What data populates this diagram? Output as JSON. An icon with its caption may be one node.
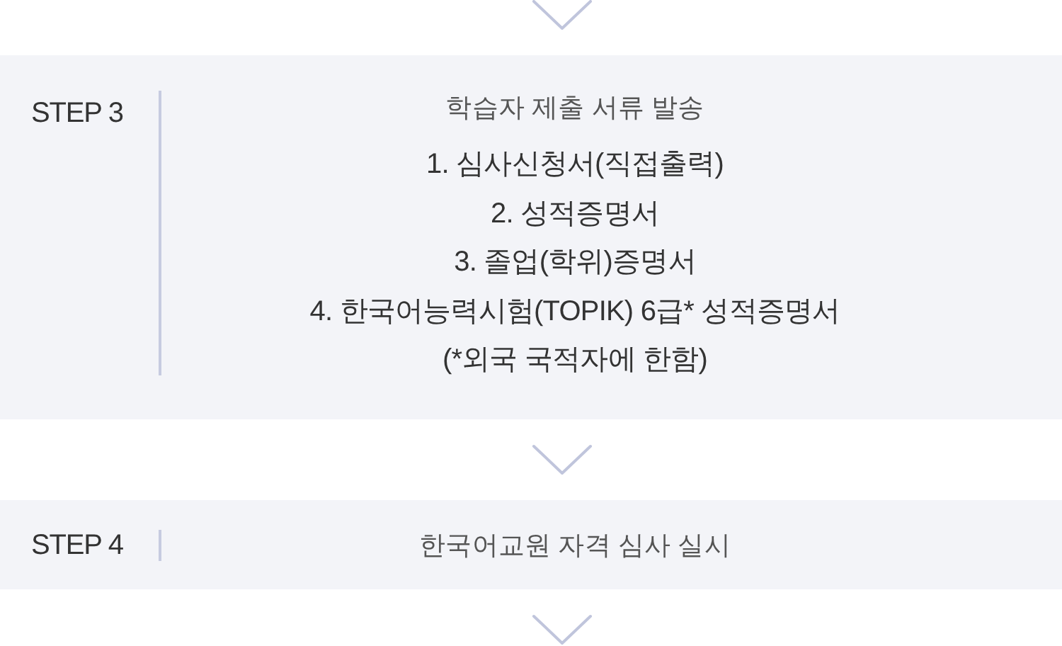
{
  "diagram": {
    "nodes": [
      {
        "text": [
          "STEP 3",
          "학습자 제출 서류 발송",
          "1. 심사신청서(직접출력)",
          "2. 성적증명서",
          "3. 졸업(학위)증명서",
          "4. 한국어능력시험(TOPIK) 6급* 성적증명서",
          "(*외국 국적자에 한함)"
        ]
      },
      {
        "text": [
          "STEP 4",
          "한국어교원 자격 심사 실시"
        ]
      }
    ],
    "edges": [
      {
        "from": null,
        "to": 0,
        "arrow": "to"
      },
      {
        "from": 0,
        "to": 1,
        "arrow": "to"
      },
      {
        "from": 1,
        "to": null,
        "arrow": "to"
      }
    ]
  }
}
